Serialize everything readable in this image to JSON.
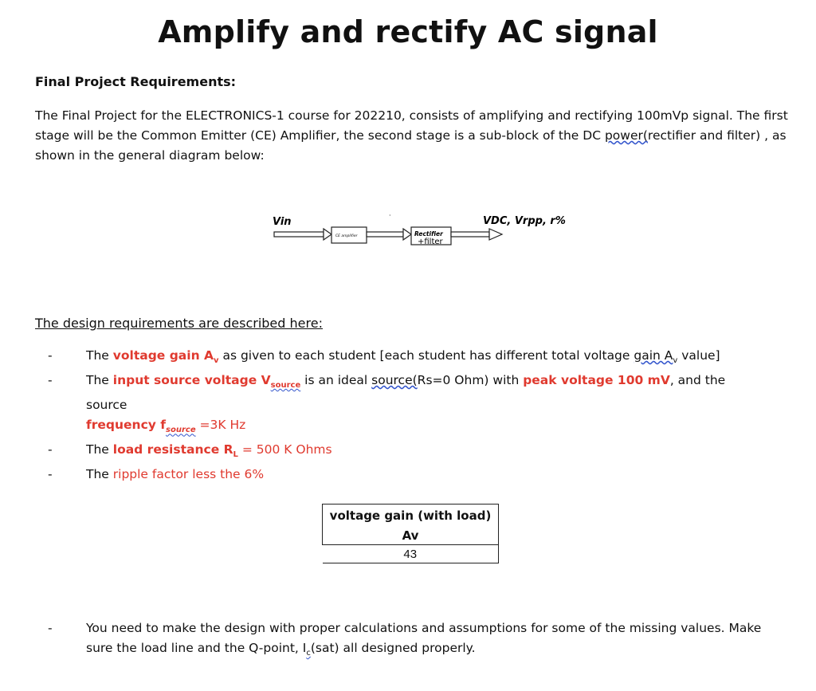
{
  "title": "Amplify and rectify AC signal",
  "section_heading": "Final Project Requirements:",
  "intro": {
    "p1": "The Final Project for the ELECTRONICS-1 course for 202210, consists of amplifying and rectifying 100mVp signal. The first stage will be the Common Emitter (CE) Amplifier, the second stage is a sub-block of the DC ",
    "p_squig": "power(",
    "p2": "rectifier and filter) , as shown in the general diagram below:"
  },
  "diagram": {
    "vin_label": "Vin",
    "amp_label": "CE amplifier",
    "rect_label_1": "Rectifier",
    "rect_label_2": "+filter",
    "out_label": "VDC, Vrpp, r%"
  },
  "design_heading": "The design requirements are described here:",
  "requirements": {
    "r1_a": "The ",
    "r1_b": "voltage gain A",
    "r1_sub": "v",
    "r1_c": " as given to each student [each student has different total voltage ",
    "r1_d": "gain  A",
    "r1_dsub": "v",
    "r1_e": " value]",
    "r2_a": "The ",
    "r2_b": "input source voltage V",
    "r2_bsub": "source",
    "r2_c": " is an ideal ",
    "r2_d": "source(",
    "r2_e": "Rs=0 Ohm) with ",
    "r2_f": "peak voltage 100 mV",
    "r2_g": ", and the source",
    "r2_h": "frequency f",
    "r2_hsub": "source",
    "r2_i": " =3K Hz",
    "r3_a": "The ",
    "r3_b": "load resistance R",
    "r3_bsub": "L",
    "r3_c": " = 500 K Ohms",
    "r4_a": "The ",
    "r4_b": "ripple factor less the 6%"
  },
  "gain_table": {
    "header": "voltage gain (with load)",
    "subheader": "Av",
    "value": "43"
  },
  "note": {
    "n1": "You need to make the design with proper calculations and assumptions for some of the missing values. Make sure the load line and the Q-point, I",
    "nsub": "c",
    "n2": "(sat) all designed properly."
  }
}
